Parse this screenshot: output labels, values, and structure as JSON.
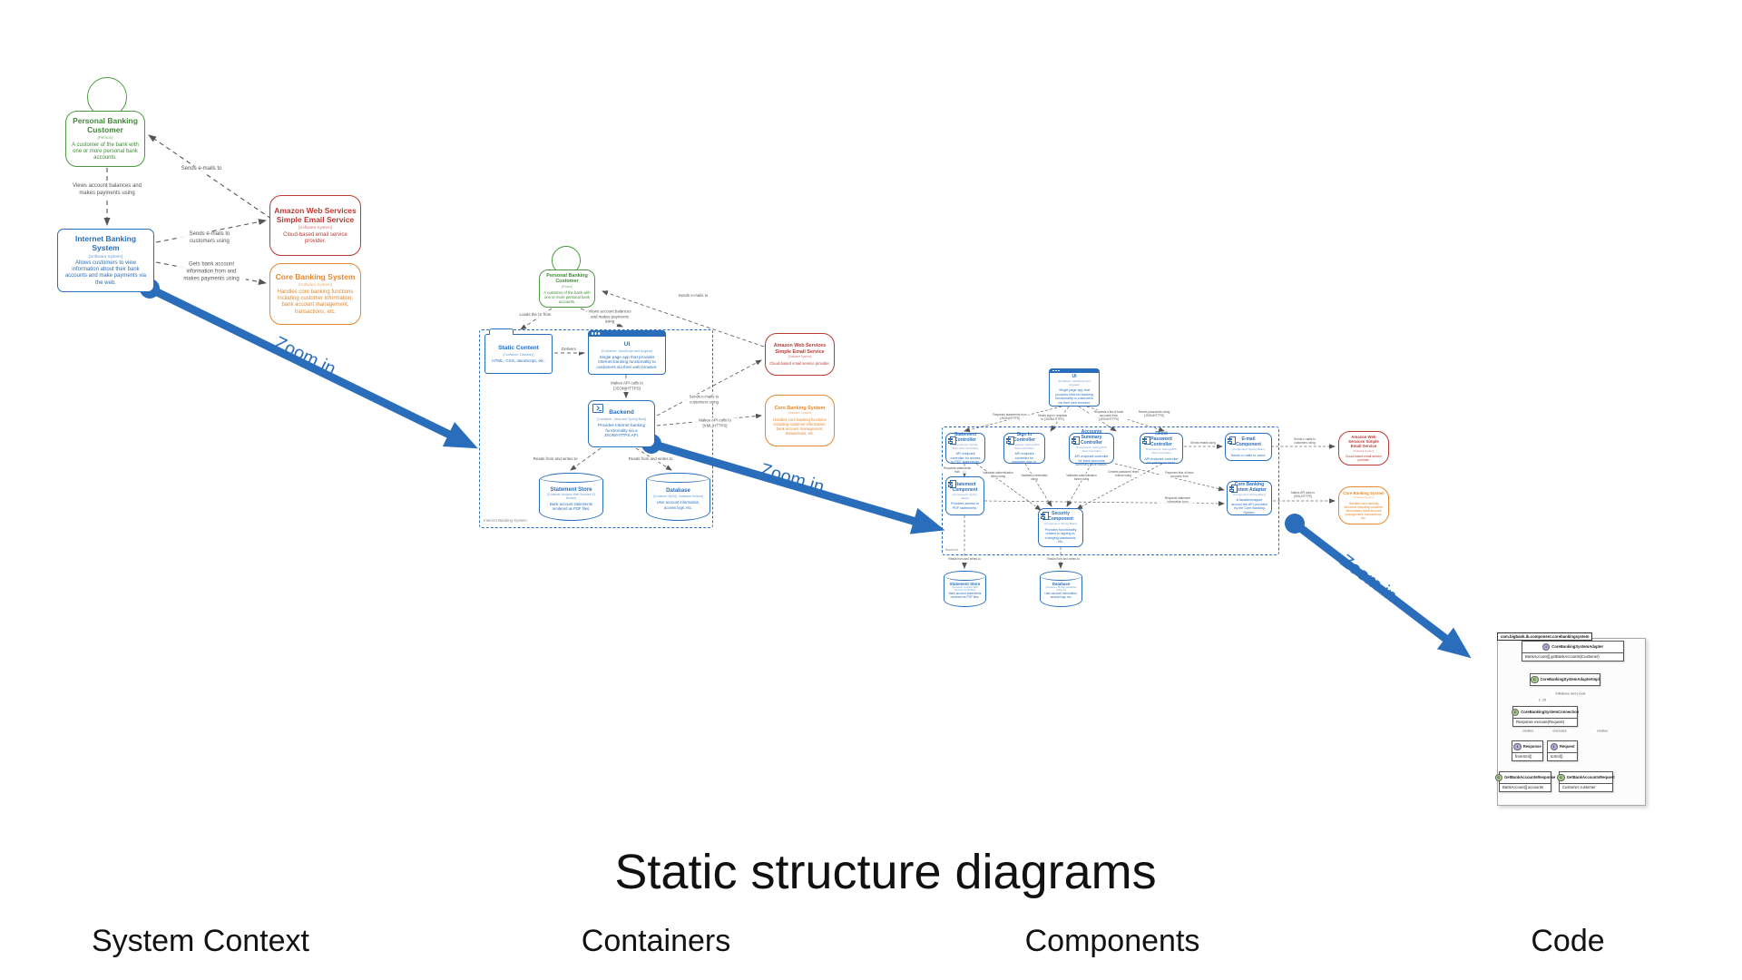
{
  "title": "Static structure diagrams",
  "zoom_label": "Zoom in",
  "captions": {
    "system_context": "System Context",
    "containers": "Containers",
    "components": "Components",
    "code": "Code"
  },
  "context": {
    "person": {
      "name": "Personal Banking Customer",
      "meta": "[Person]",
      "desc": "A customer of the bank with one or more personal bank accounts."
    },
    "ibs": {
      "name": "Internet Banking System",
      "meta": "[Software System]",
      "desc": "Allows customers to view information about their bank accounts and make payments via the web."
    },
    "aws": {
      "name": "Amazon Web Services Simple Email Service",
      "meta": "[Software System]",
      "desc": "Cloud-based email service provider."
    },
    "core": {
      "name": "Core Banking System",
      "meta": "[Software System]",
      "desc": "Handles core banking functions including customer information, bank account management, transactions, etc."
    },
    "rels": {
      "views": "Views account balances and makes payments using",
      "sends_emails": "Sends e-mails to",
      "sends_emails_customers": "Sends e-mails to customers using",
      "gets_info": "Gets bank account information from and makes payments using"
    }
  },
  "containers": {
    "boundary_label": "Internet Banking System",
    "static_content": {
      "name": "Static Content",
      "meta": "[Container: Directory]",
      "desc": "HTML, CSS, JavaScript, etc."
    },
    "ui": {
      "name": "UI",
      "meta": "[Container: JavaScript and Angular]",
      "desc": "Single page app that provides Internet banking functionality to customers via their web browser."
    },
    "backend": {
      "name": "Backend",
      "meta": "[Container: Java and Spring Boot]",
      "desc": "Provides Internet banking functionality via a JSON/HTTPS API."
    },
    "statement_store": {
      "name": "Statement Store",
      "meta": "[Container: Amazon Web Services S3 Bucket]",
      "desc": "Bank account statements rendered as PDF files."
    },
    "database": {
      "name": "Database",
      "meta": "[Container: MySQL Database Schema]",
      "desc": "User account information, access logs, etc."
    },
    "rels": {
      "loads_ui": "Loads the UI from",
      "views": "Views account balances and makes payments using",
      "sends_emails": "Sends e-mails to",
      "delivers": "Delivers",
      "api_calls_json": "Makes API calls to [JSON/HTTPS]",
      "sends_emails_customers": "Sends e-mails to customers using",
      "api_calls_xml": "Makes API calls to [XML/HTTPS]",
      "reads_writes": "Reads from and writes to"
    }
  },
  "components": {
    "boundary_label": "Backend",
    "statement_controller": {
      "name": "Statement Controller",
      "meta": "[Component: Spring MVC Rest Controller]",
      "desc": "API endpoint controller for access to PDF statements."
    },
    "signin_controller": {
      "name": "Sign In Controller",
      "meta": "[Component: Spring MVC Rest Controller]",
      "desc": "API endpoint controller for customer sign in."
    },
    "accounts_controller": {
      "name": "Accounts Summary Controller",
      "meta": "[Component: Spring MVC Rest Controller]",
      "desc": "API endpoint controller for bank accounts summary information."
    },
    "reset_controller": {
      "name": "Reset Password Controller",
      "meta": "[Component: Spring MVC Rest Controller]",
      "desc": "API endpoint controller for password reset."
    },
    "email_component": {
      "name": "E-mail Component",
      "meta": "[Component: Spring Bean]",
      "desc": "Sends e-mails to users."
    },
    "statement_component": {
      "name": "Statement Component",
      "meta": "[Component: Spring Bean]",
      "desc": "Provides access to PDF statements."
    },
    "security_component": {
      "name": "Security Component",
      "meta": "[Component: Spring Bean]",
      "desc": "Provides functionality related to signing in, changing passwords, etc."
    },
    "adapter": {
      "name": "Core Banking System Adapter",
      "meta": "[Component: Spring Bean]",
      "desc": "A facade/wrapper around the API provided by the Core Banking System."
    },
    "rels": {
      "requests_statements_json": "Requests statements from [JSON/HTTPS]",
      "sign_in_json": "Sends sign in requests to [JSON/HTTPS]",
      "requests_accounts_json": "Requests a list of bank accounts from [JSON/HTTPS]",
      "resets_passwords_json": "Resets passwords using [JSON/HTTPS]",
      "requests_statements": "Requests statements from",
      "validates_token": "Validates authentication token using",
      "validates_credentials": "Validates credentials using",
      "creates_reset_tokens": "Creates password reset tokens using",
      "sends_emails_using": "Sends emails using",
      "requests_lists": "Requests lists of bank accounts from",
      "requests_statement_info": "Requests statement information from",
      "sends_emails_customers": "Sends e-mails to customers using",
      "api_calls_xml": "Makes API calls to [XML/HTTPS]",
      "reads_writes": "Reads from and writes to"
    }
  },
  "code": {
    "package": "com.bigbank.ib.component.corebankingsystem",
    "adapter": {
      "stereo": "I",
      "name": "CoreBankingSystemAdapter",
      "member": "BankAccount[] getBankAccounts(Customer)"
    },
    "impl": {
      "stereo": "C",
      "name": "CoreBankingSystemAdapterImpl"
    },
    "connection": {
      "stereo": "C",
      "name": "CoreBankingSystemConnection",
      "member": "Response execute(Request)"
    },
    "response": {
      "stereo": "I",
      "name": "Response",
      "member": "fromXml()"
    },
    "request": {
      "stereo": "I",
      "name": "Request",
      "member": "toXml()"
    },
    "get_response": {
      "stereo": "C",
      "name": "GetBankAccountsResponse",
      "member": "BankAccount[] accounts"
    },
    "get_request": {
      "stereo": "C",
      "name": "GetBankAccountsRequest",
      "member": "Customer customer"
    },
    "rels": {
      "initialises": "initialises and pools",
      "multiplicity": "1..25",
      "creates": "creates",
      "executes": "executes"
    }
  }
}
